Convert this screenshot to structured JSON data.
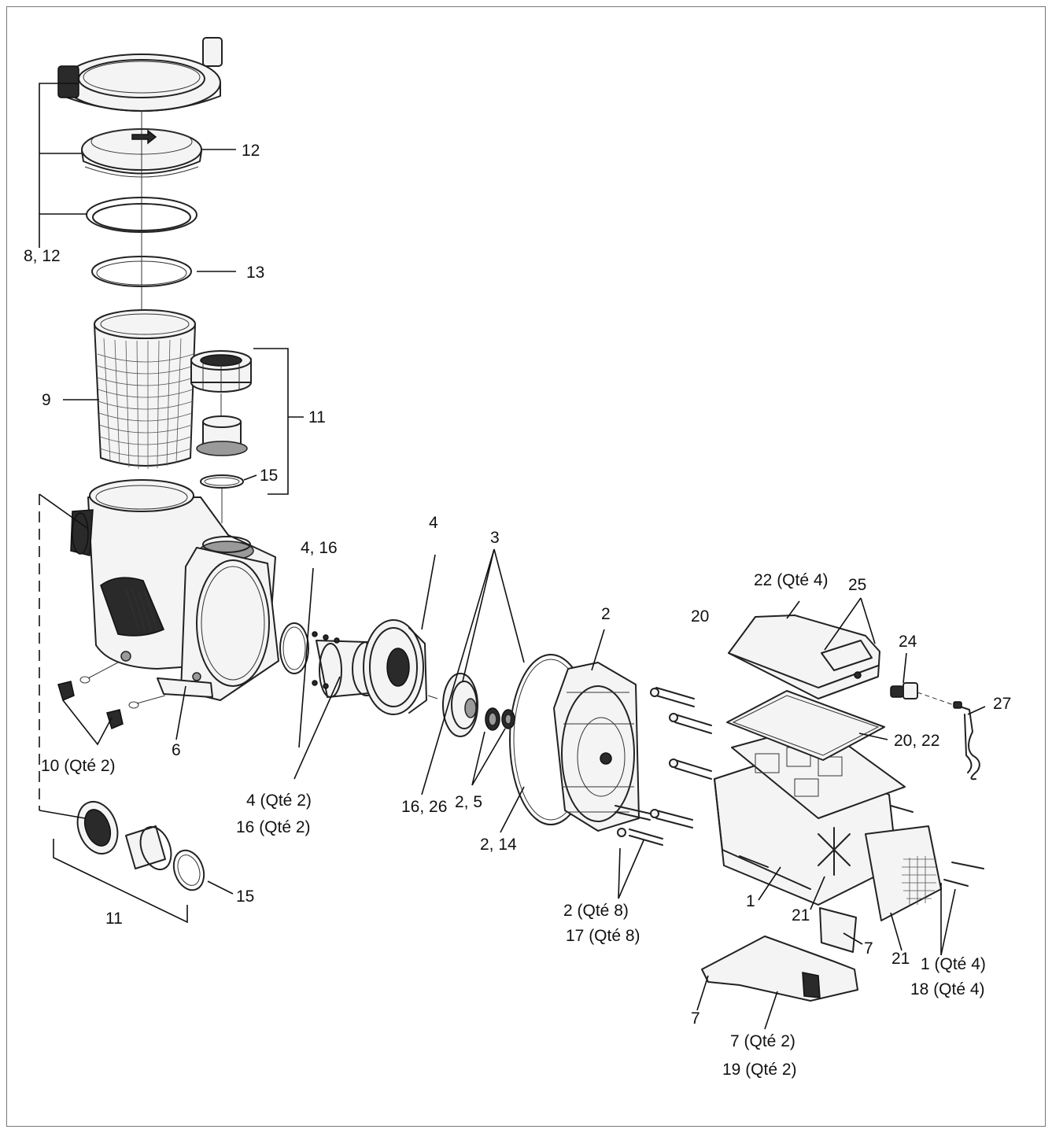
{
  "callouts": {
    "c_8_12": "8, 12",
    "c_12": "12",
    "c_13": "13",
    "c_9": "9",
    "c_11_top": "11",
    "c_15_top": "15",
    "c_10": "10 (Qté 2)",
    "c_6": "6",
    "c_4_16": "4,  16",
    "c_4": "4",
    "c_3": "3",
    "c_4_qte": "4 (Qté 2)",
    "c_16_qte": "16 (Qté 2)",
    "c_16_26": "16, 26",
    "c_2_5": "2,  5",
    "c_2_14": "2, 14",
    "c_2_top": "2",
    "c_2_qte8": "2 (Qté 8)",
    "c_17_qte8": "17 (Qté 8)",
    "c_20": "20",
    "c_22_qte4": "22 (Qté 4)",
    "c_25": "25",
    "c_24": "24",
    "c_27": "27",
    "c_20_22": "20, 22",
    "c_1": "1",
    "c_21_a": "21",
    "c_21_b": "21",
    "c_7_a": "7",
    "c_7_b": "7",
    "c_1_qte4": "1 (Qté 4)",
    "c_18_qte4": "18 (Qté 4)",
    "c_7_qte2": "7 (Qté 2)",
    "c_19_qte2": "19 (Qté 2)",
    "c_11_bottom": "11",
    "c_15_bottom": "15"
  }
}
